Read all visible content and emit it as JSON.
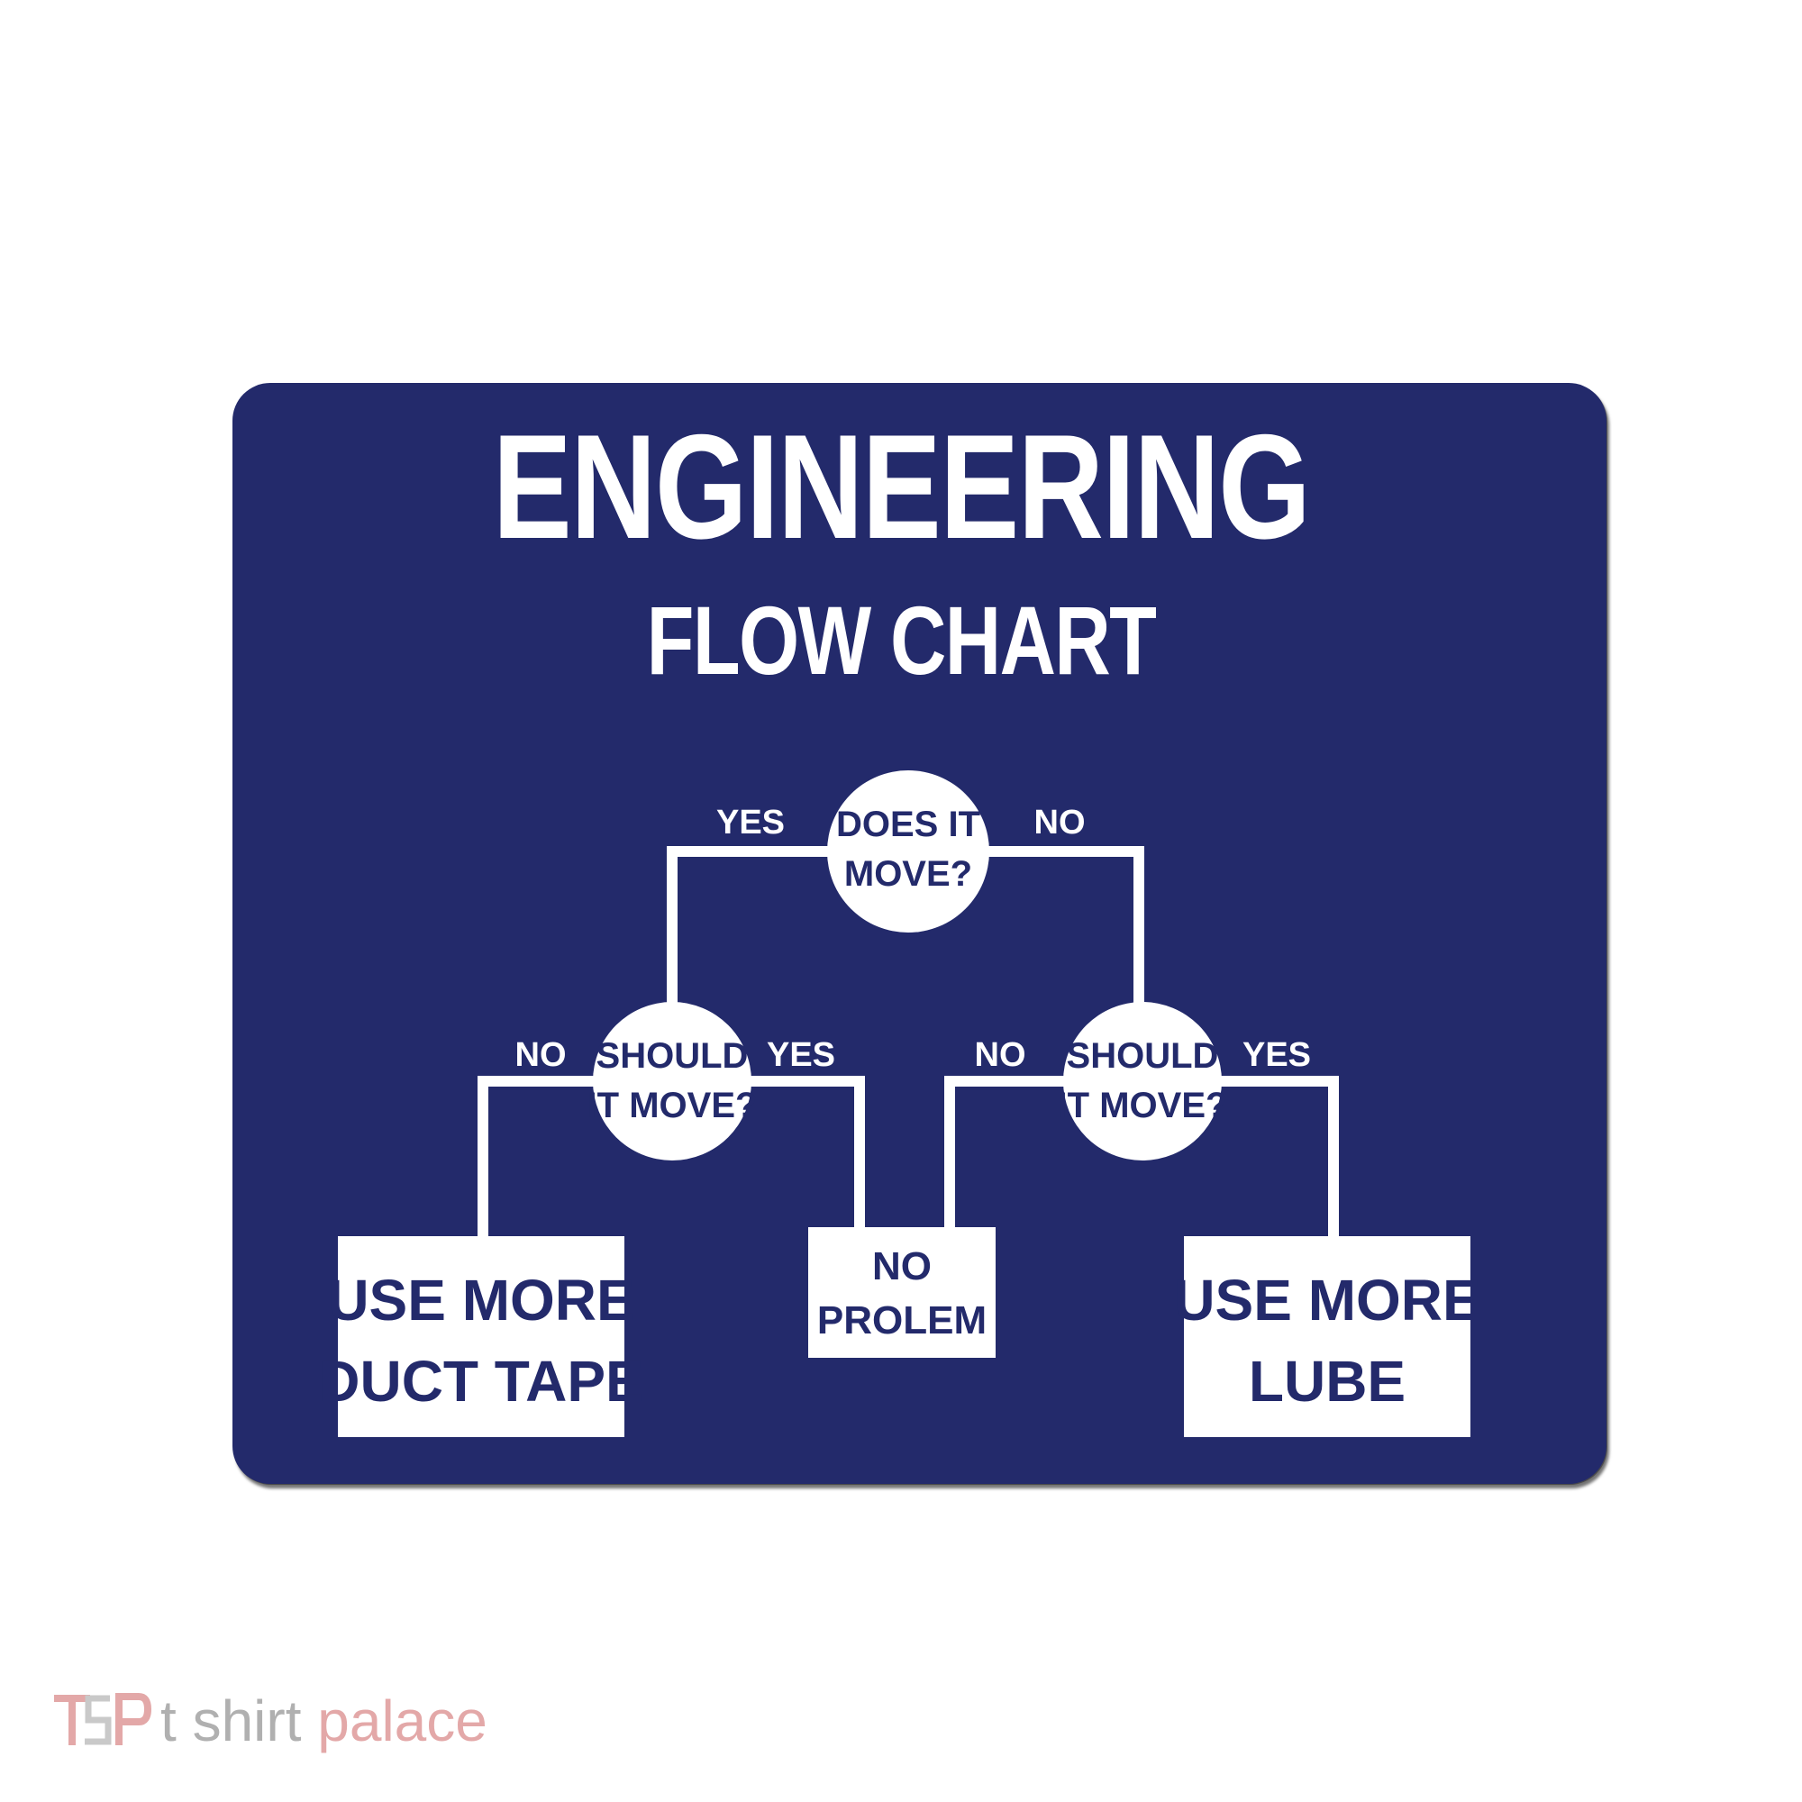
{
  "title": "ENGINEERING",
  "subtitle": "FLOW CHART",
  "colors": {
    "pad": "#232a6b",
    "ink": "#ffffff",
    "watermark_gray": "#b0b0b0",
    "watermark_pink": "#e3a8a8"
  },
  "nodes": {
    "root": {
      "line1": "DOES IT",
      "line2": "MOVE?"
    },
    "left_decision": {
      "line1": "SHOULD",
      "line2": "IT MOVE?"
    },
    "right_decision": {
      "line1": "SHOULD",
      "line2": "IT MOVE?"
    },
    "duct_tape": {
      "line1": "USE MORE",
      "line2": "DUCT TAPE"
    },
    "no_problem": {
      "line1": "NO",
      "line2": "PROLEM"
    },
    "lube": {
      "line1": "USE MORE",
      "line2": "LUBE"
    }
  },
  "branches": {
    "root_yes": "YES",
    "root_no": "NO",
    "left_no": "NO",
    "left_yes": "YES",
    "right_no": "NO",
    "right_yes": "YES"
  },
  "watermark": {
    "logo": "TSP",
    "brand_gray": "t shirt",
    "brand_pink": "palace"
  }
}
